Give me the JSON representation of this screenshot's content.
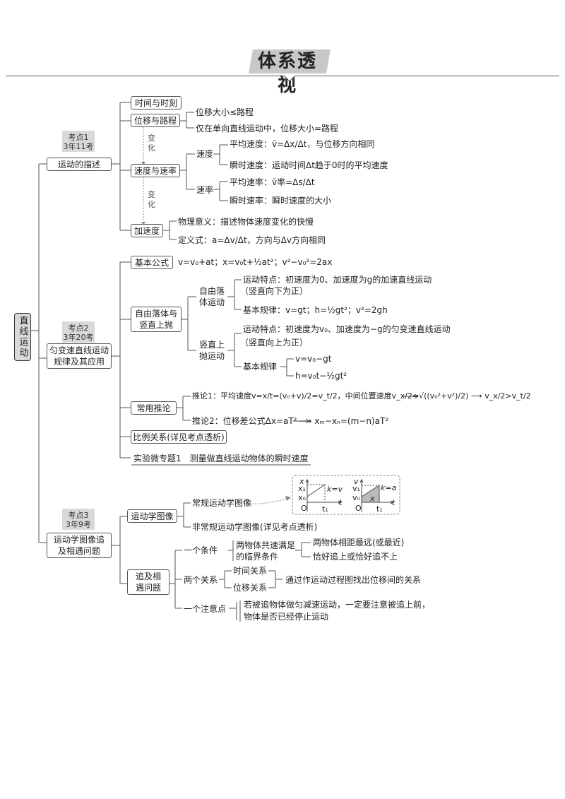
{
  "header": {
    "title": "体系透视"
  },
  "root": "直线运动",
  "sections": [
    {
      "kaodian": [
        "考点1",
        "3年11考"
      ],
      "topic": "运动的描述",
      "items": {
        "time": "时间与时刻",
        "displacement": "位移与路程",
        "disp_notes": [
          "位移大小≤路程",
          "仅在单向直线运动中，位移大小=路程"
        ],
        "change1": "变\n化",
        "velocity": "速度与速率",
        "speed_label": "速度",
        "avg_velocity": "平均速度：v̄=Δx/Δt，与位移方向相同",
        "inst_velocity": "瞬时速度：运动时间Δt趋于0时的平均速度",
        "rate_label": "速率",
        "avg_rate": "平均速率：v̄率=Δs/Δt",
        "inst_rate": "瞬时速率：瞬时速度的大小",
        "change2": "变\n化",
        "accel": "加速度",
        "accel_meaning": "物理意义：描述物体速度变化的快慢",
        "accel_def": "定义式：a=Δv/Δt，方向与Δv方向相同"
      }
    },
    {
      "kaodian": [
        "考点2",
        "3年20考"
      ],
      "topic": "匀变速直线运动规律及其应用",
      "items": {
        "basic": "基本公式",
        "basic_formula": "v=v₀+at；x=v₀t+½at²；v²−v₀²=2ax",
        "freefall_box": "自由落体与竖直上抛",
        "freefall": "自由落体运动",
        "ff_feature": "运动特点：初速度为0、加速度为g的加速直线运动",
        "ff_dir": "（竖直向下为正）",
        "ff_law": "基本规律：v=gt；h=½gt²；v²=2gh",
        "upthrow": "竖直上抛运动",
        "up_feature": "运动特点：初速度为v₀、加速度为−g的匀变速直线运动",
        "up_dir": "（竖直向上为正）",
        "up_law_label": "基本规律",
        "up_law1": "v=v₀−gt",
        "up_law2": "h=v₀t−½gt²",
        "common": "常用推论",
        "infer1": "推论1：平均速度v=x/t=(v₀+v)/2=v_t/2，中间位置速度v_x/2=√((v₀²+v²)/2) ⟶ v_x/2>v_t/2",
        "infer2": "推论2：位移差公式Δx=aT² ⟶ xₘ−xₙ=(m−n)aT²",
        "ratio": "比例关系(详见考点透析)",
        "experiment": "实验微专题1　测量做直线运动物体的瞬时速度"
      }
    },
    {
      "kaodian": [
        "考点3",
        "3年9考"
      ],
      "topic": "运动学图像追及相遇问题",
      "items": {
        "graph": "运动学图像",
        "normal_graph": "常规运动学图像",
        "abnormal_graph": "非常规运动学图像(详见考点透析)",
        "xt": {
          "y": "x",
          "x": "t",
          "y1": "x₁",
          "y0": "x₀",
          "t1": "t₁",
          "o": "O",
          "k": "k=v"
        },
        "vt": {
          "y": "v",
          "x": "t",
          "y1": "v₁",
          "y0": "v₀",
          "t1": "t₁",
          "o": "O",
          "k": "k=a",
          "area": "x"
        },
        "chase": "追及相遇问题",
        "cond": "一个条件",
        "cond_desc": "两物体共速满足的临界条件",
        "cond_a": "两物体相距最远(或最近)",
        "cond_b": "恰好追上或恰好追不上",
        "rel": "两个关系",
        "rel_time": "时间关系",
        "rel_disp": "位移关系",
        "rel_desc": "通过作运动过程图找出位移间的关系",
        "note": "一个注意点",
        "note_desc1": "若被追物体做匀减速运动，一定要注意被追上前，",
        "note_desc2": "物体是否已经停止运动"
      }
    }
  ]
}
